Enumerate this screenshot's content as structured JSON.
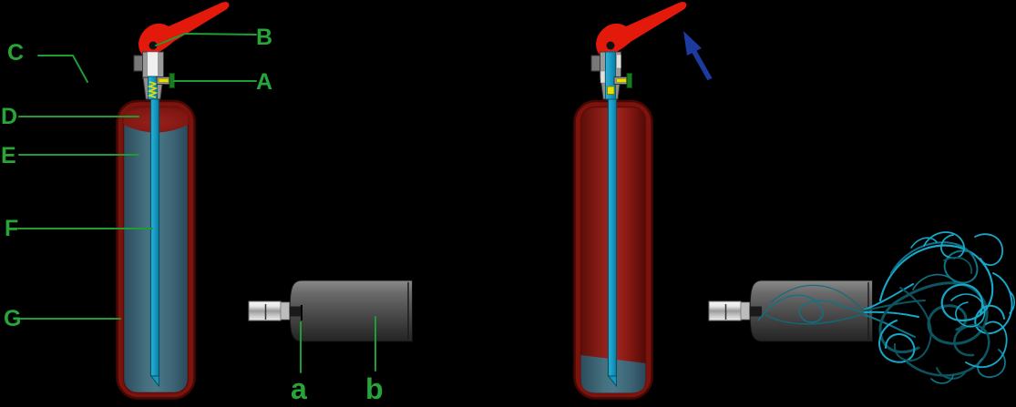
{
  "labels": {
    "extinguisher": {
      "A": "A",
      "B": "B",
      "C": "C",
      "D": "D",
      "E": "E",
      "F": "F",
      "G": "G"
    },
    "cartridge": {
      "a": "a",
      "b": "b"
    }
  },
  "colors": {
    "background": "#000000",
    "label_green": "#27a538",
    "leader_green": "#1f9c33",
    "lever_red": "#e2190b",
    "cylinder_shell_red": "#7d130d",
    "agent_blue_gray": "#44707f",
    "siphon_tube_blue": "#1ba2ca",
    "spring_yellow": "#e8df00",
    "outlet_green": "#1e7a1e",
    "press_arrow_blue": "#1d3a9e",
    "cartridge_gray": "#4a4a4a",
    "spray_teal_bright": "#16a7c9",
    "spray_teal_mid": "#0e7488",
    "spray_teal_dark": "#0c5560"
  }
}
